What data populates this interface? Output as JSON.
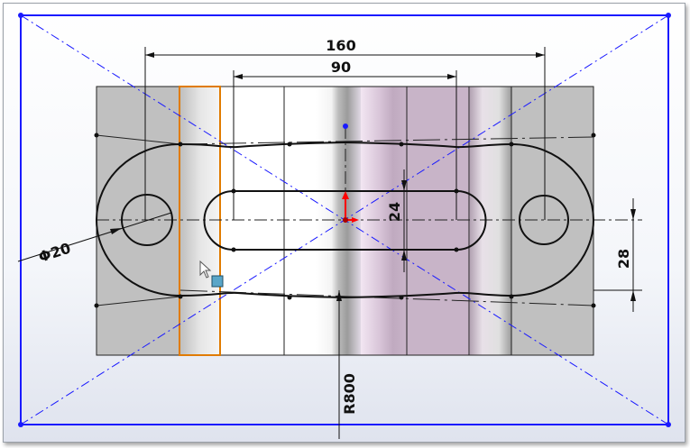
{
  "window": {
    "title": "Sketch graphics area"
  },
  "dimensions": {
    "overall_length": "160",
    "slot_length": "90",
    "slot_width": "24",
    "lobe_height": "28",
    "arc_radius": "R800",
    "hole_diameter": "20",
    "diameter_symbol": "Φ"
  },
  "colors": {
    "construction": "#1a1aff",
    "selection": "#e07b00",
    "origin": "#ff0000",
    "part_gray": "#c0c0c0",
    "part_purple": "#c8b4c8"
  },
  "icons": [
    "mouse-cursor-icon",
    "sketch-entity-cursor-icon",
    "origin-icon"
  ]
}
